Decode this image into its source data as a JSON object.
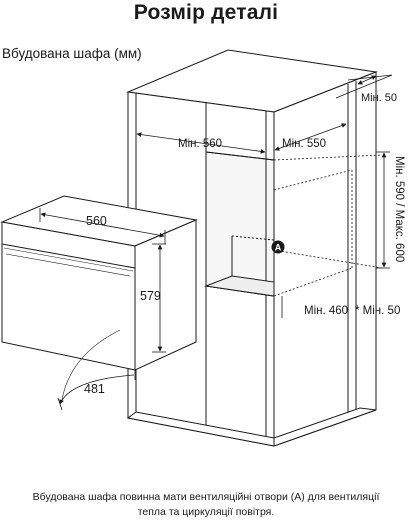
{
  "title": "Розмір деталі",
  "subtitle": "Вбудована шафа (мм)",
  "cabinet": {
    "min_top_clearance": "Мін. 50",
    "min_width": "Мін. 560",
    "min_depth": "Мін. 550",
    "height_range": "Мін. 590 / Макс. 600",
    "min_height_to_floor": "Мін. 460",
    "min_front_gap": "* Мін.  50",
    "vent_marker": "A"
  },
  "oven": {
    "width": "560",
    "height": "579",
    "depth": "481"
  },
  "note": {
    "line1": "Вбудована шафа повинна мати вентиляційні отвори (A) для вентиляції",
    "line2": "тепла та циркуляції повітря."
  },
  "colors": {
    "line": "#1a1a1a",
    "panel_fill": "#ffffff",
    "interior_fill": "#f2f2f2"
  }
}
